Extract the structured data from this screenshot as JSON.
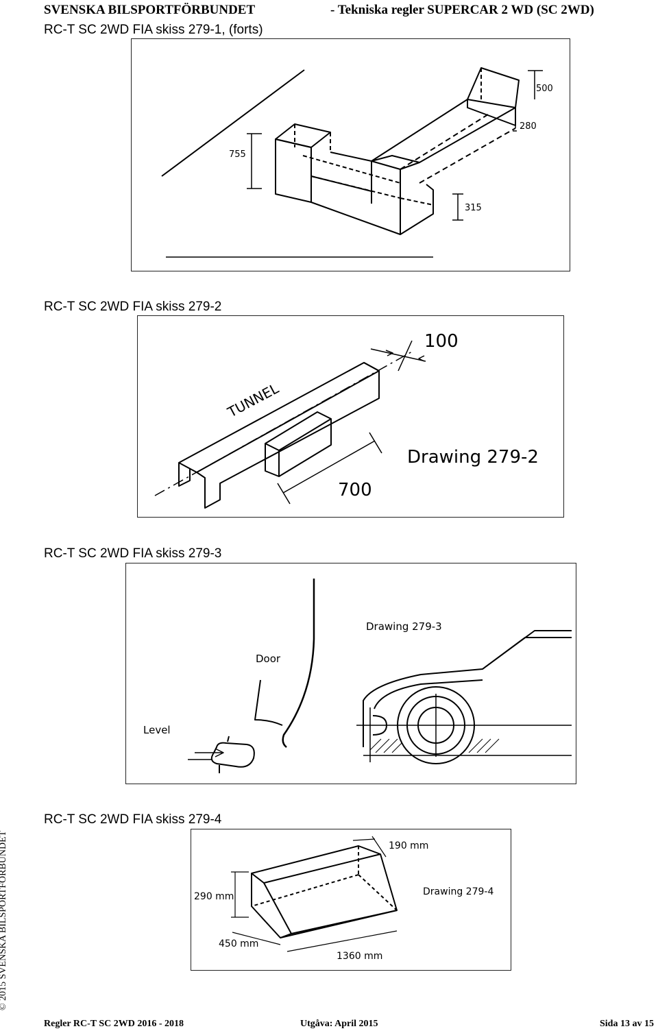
{
  "header": {
    "organization": "SVENSKA BILSPORTFÖRBUNDET",
    "document": "- Tekniska regler SUPERCAR 2 WD (SC 2WD)"
  },
  "sections": [
    {
      "caption": "RC-T SC 2WD FIA skiss 279-1, (forts)",
      "labels": {
        "d1": "500",
        "d2": "280",
        "d3": "755",
        "d4": "315"
      }
    },
    {
      "caption": "RC-T SC 2WD FIA skiss 279-2",
      "labels": {
        "tunnel": "TUNNEL",
        "width": "100",
        "length": "700",
        "drawing": "Drawing 279-2"
      }
    },
    {
      "caption": "RC-T SC 2WD FIA skiss 279-3",
      "labels": {
        "drawing": "Drawing 279-3",
        "door": "Door",
        "level": "Level"
      }
    },
    {
      "caption": "RC-T SC 2WD FIA skiss 279-4",
      "labels": {
        "w": "190 mm",
        "h": "290 mm",
        "drawing": "Drawing 279-4",
        "d": "450 mm",
        "l": "1360 mm"
      }
    }
  ],
  "side_text": "© 2015 SVENSKA BILSPORTFÖRBUNDET",
  "footer": {
    "left": "Regler RC-T SC 2WD 2016 - 2018",
    "center": "Utgåva: April 2015",
    "right": "Sida 13 av 15"
  }
}
